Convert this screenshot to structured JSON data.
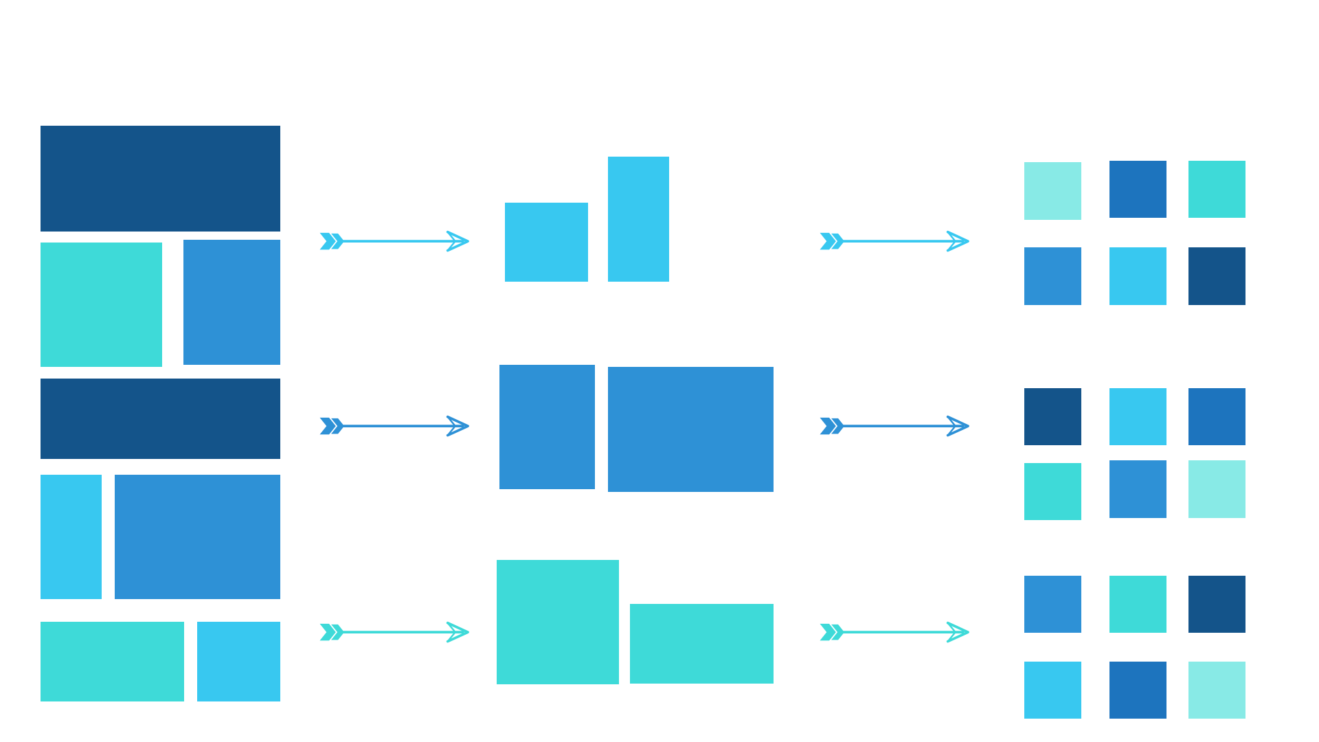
{
  "palette": {
    "navy": "#14548A",
    "blue": "#2E91D6",
    "royal": "#1D74BE",
    "sky": "#38C8F0",
    "teal": "#3EDAD8",
    "aqua": "#88EAE6"
  },
  "source_blocks": [
    {
      "name": "source-block-1",
      "color": "navy"
    },
    {
      "name": "source-block-2",
      "color": "teal"
    },
    {
      "name": "source-block-3",
      "color": "blue"
    },
    {
      "name": "source-block-4",
      "color": "navy"
    },
    {
      "name": "source-block-5",
      "color": "sky"
    },
    {
      "name": "source-block-6",
      "color": "blue"
    },
    {
      "name": "source-block-7",
      "color": "teal"
    },
    {
      "name": "source-block-8",
      "color": "sky"
    }
  ],
  "middle_groups": [
    {
      "name": "middle-group-sky",
      "blocks": [
        "sky",
        "sky"
      ]
    },
    {
      "name": "middle-group-blue",
      "blocks": [
        "blue",
        "blue"
      ]
    },
    {
      "name": "middle-group-teal",
      "blocks": [
        "teal",
        "teal"
      ]
    }
  ],
  "result_grids": [
    {
      "name": "result-grid-top",
      "cells": [
        "aqua",
        "royal",
        "teal",
        "blue",
        "sky",
        "navy"
      ]
    },
    {
      "name": "result-grid-middle",
      "cells": [
        "navy",
        "sky",
        "royal",
        "teal",
        "blue",
        "aqua"
      ]
    },
    {
      "name": "result-grid-bottom",
      "cells": [
        "blue",
        "teal",
        "navy",
        "sky",
        "royal",
        "aqua"
      ]
    }
  ],
  "arrows": [
    {
      "name": "arrow-left-top",
      "color": "sky"
    },
    {
      "name": "arrow-right-top",
      "color": "sky"
    },
    {
      "name": "arrow-left-middle",
      "color": "blue"
    },
    {
      "name": "arrow-right-middle",
      "color": "blue"
    },
    {
      "name": "arrow-left-bottom",
      "color": "teal"
    },
    {
      "name": "arrow-right-bottom",
      "color": "teal"
    }
  ]
}
